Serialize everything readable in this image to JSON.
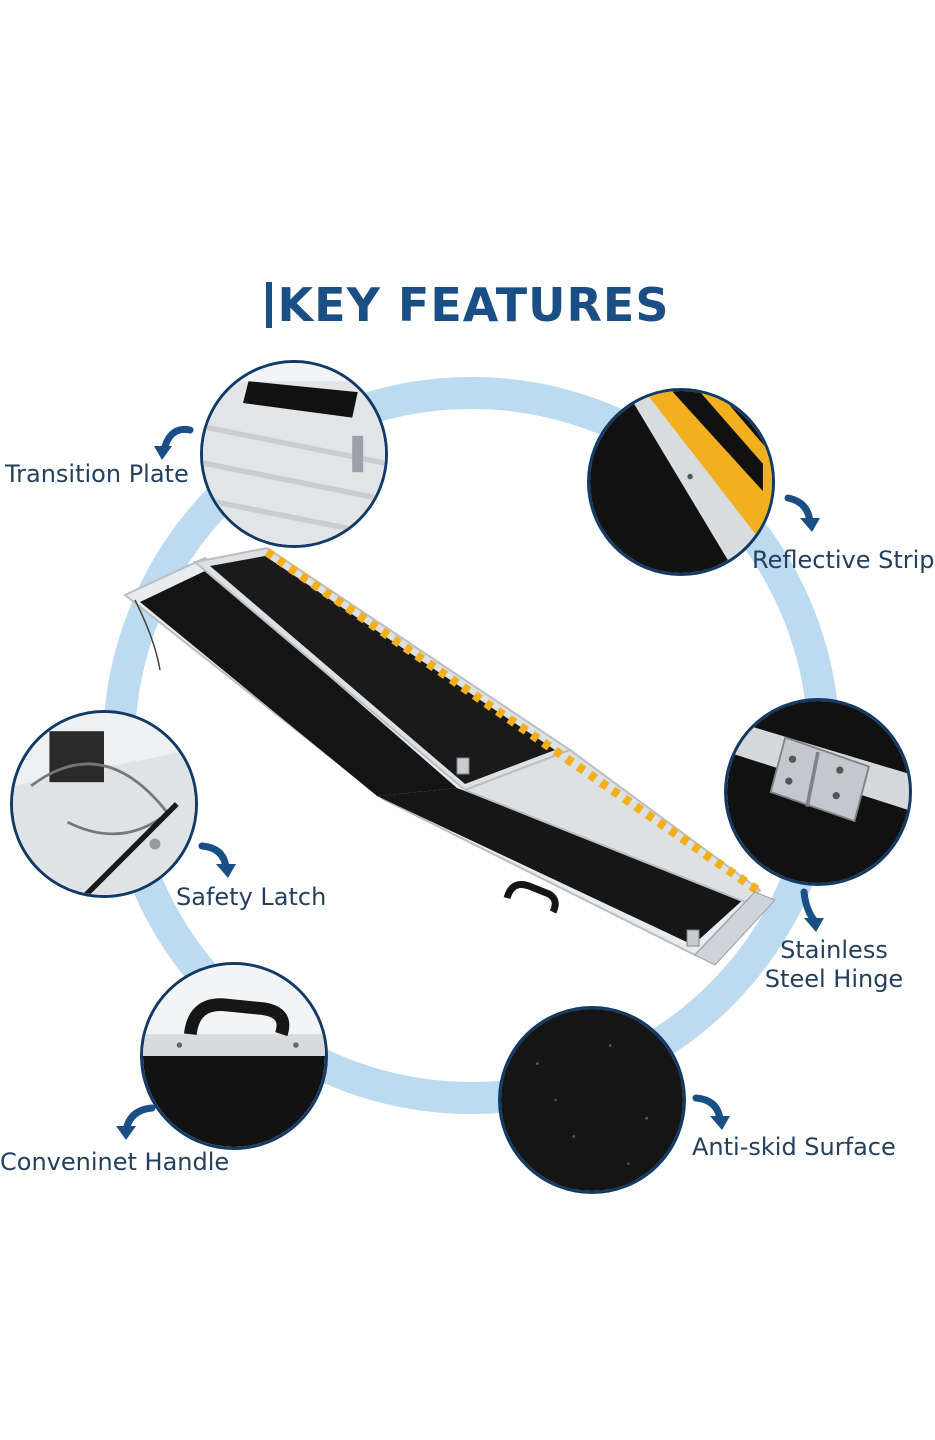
{
  "title": "KEY FEATURES",
  "features": {
    "transition_plate": "Transition Plate",
    "reflective_strip": "Reflective Strip",
    "safety_latch": "Safety Latch",
    "hinge_line1": "Stainless",
    "hinge_line2": "Steel Hinge",
    "handle": "Conveninet Handle",
    "anti_skid": "Anti-skid Surface"
  },
  "colors": {
    "ring": "#bcdbf0",
    "title": "#1a4f86",
    "circle_border": "#123a66",
    "arrow": "#1a4f86",
    "strip_yellow": "#f2b01e"
  }
}
